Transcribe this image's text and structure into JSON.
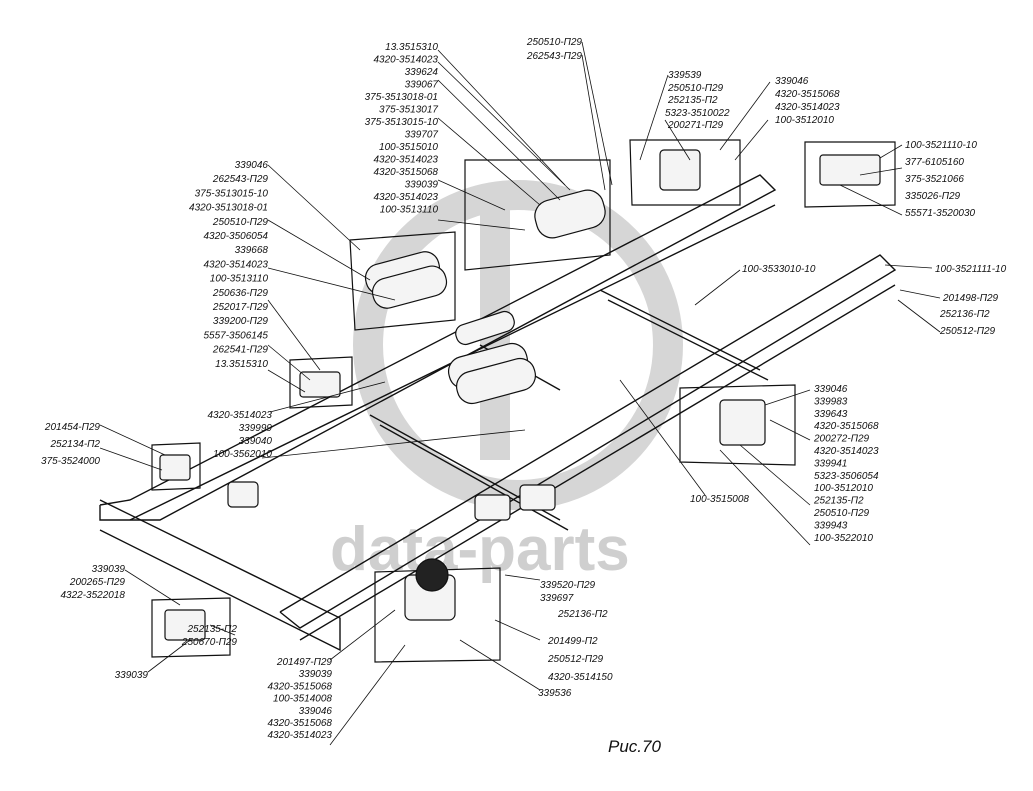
{
  "figure": {
    "caption": "Рис.70",
    "watermark": "data-parts",
    "colors": {
      "ink": "#111111",
      "watermark": "#c8c8c8",
      "background": "#ffffff"
    }
  },
  "callouts": {
    "top_center": [
      "13.3515310",
      "4320-3514023",
      "339624",
      "339067",
      "375-3513018-01",
      "375-3513017",
      "375-3513015-10",
      "339707",
      "100-3515010",
      "4320-3514023",
      "4320-3515068",
      "339039",
      "4320-3514023",
      "100-3513110"
    ],
    "top_center_right": [
      "250510-П29",
      "262543-П29"
    ],
    "valve_group": [
      "339539",
      "250510-П29",
      "252135-П2",
      "5323-3510022",
      "200271-П29",
      "339046",
      "4320-3515068",
      "4320-3514023",
      "100-3512010"
    ],
    "right_top": [
      "100-3521110-10",
      "377-6105160",
      "375-3521066",
      "335026-П29",
      "55571-3520030"
    ],
    "left_tank": [
      "339046",
      "262543-П29",
      "375-3513015-10",
      "4320-3513018-01",
      "250510-П29",
      "4320-3506054",
      "339668",
      "4320-3514023",
      "100-3513110",
      "250636-П29",
      "252017-П29",
      "339200-П29",
      "5557-3506145",
      "262541-П29",
      "13.3515310"
    ],
    "right_mid": [
      "100-3521111-10",
      "201498-П29",
      "252136-П2",
      "250512-П29"
    ],
    "center_mid": [
      "100-3533010-10"
    ],
    "left_mid": [
      "4320-3514023",
      "339999",
      "339040",
      "100-3562010"
    ],
    "left_valve": [
      "201454-П29",
      "252134-П2",
      "375-3524000"
    ],
    "right_group": [
      "339046",
      "339983",
      "339643",
      "4320-3515068",
      "200272-П29",
      "4320-3514023",
      "339941",
      "5323-3506054",
      "100-3512010",
      "252135-П2",
      "250510-П29",
      "339943",
      "100-3522010"
    ],
    "center_low": [
      "100-3515008"
    ],
    "bottom_left": [
      "339039",
      "200265-П29",
      "4322-3522018",
      "252135-П2",
      "250670-П29",
      "339039"
    ],
    "bottom_center_right": [
      "339520-П29",
      "339697",
      "252136-П2",
      "201499-П2",
      "250512-П29",
      "4320-3514150",
      "339536"
    ],
    "bottom_center_left": [
      "201497-П29",
      "339039",
      "4320-3515068",
      "100-3514008",
      "339046",
      "4320-3515068",
      "4320-3514023"
    ]
  }
}
